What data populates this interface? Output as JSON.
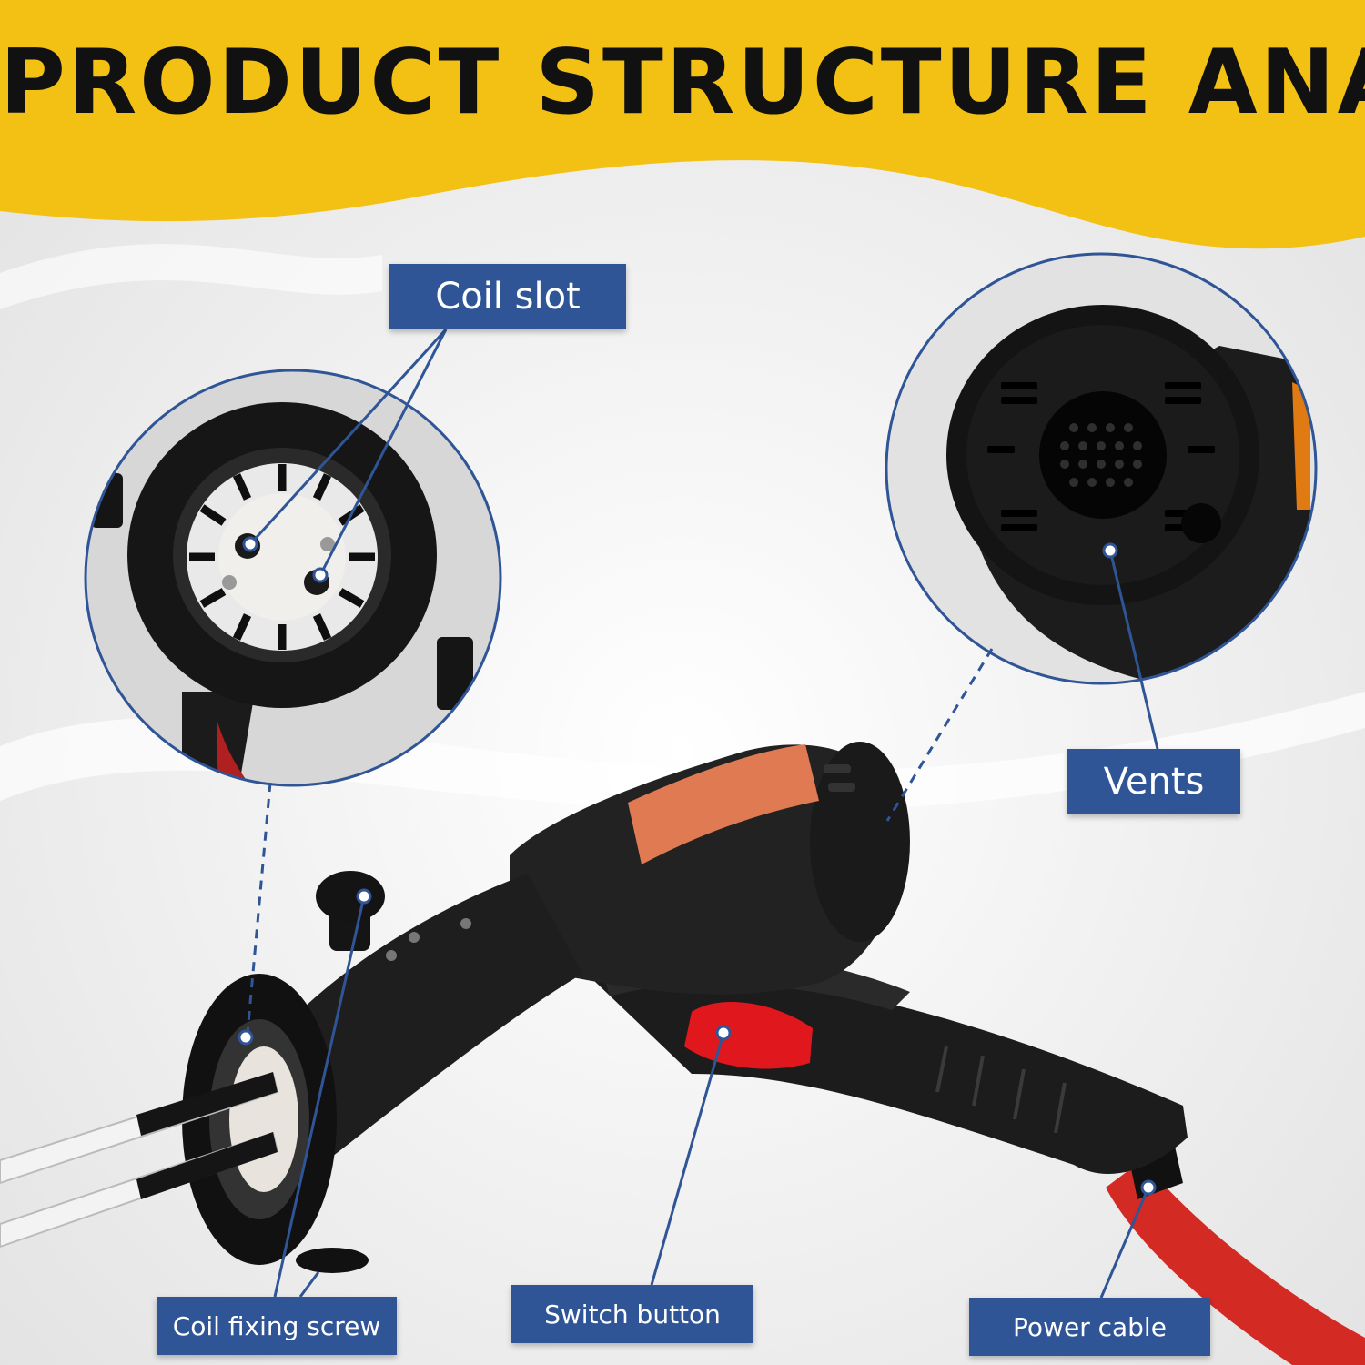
{
  "header": {
    "title": "PRODUCT STRUCTURE ANALYSIS",
    "banner_color": "#f3c014"
  },
  "callouts": {
    "coil_slot": "Coil slot",
    "vents": "Vents",
    "coil_fixing_screw": "Coil fixing screw",
    "switch_button": "Switch button",
    "power_cable": "Power cable"
  },
  "colors": {
    "label_bg": "#2f5597",
    "tool_body": "#1e1e1e",
    "switch": "#e0181d",
    "sticker": "#e07a52",
    "cable": "#d42a24"
  }
}
